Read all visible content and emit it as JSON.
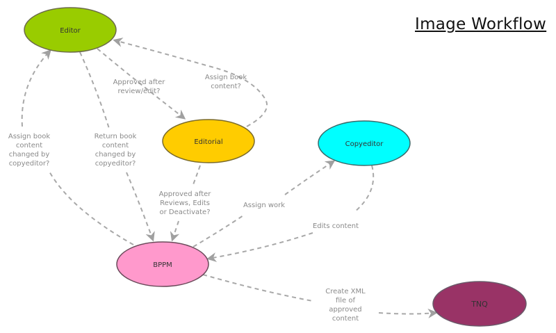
{
  "title": "Image Workflow",
  "nodes": {
    "editor": {
      "label": "Editor",
      "color": "#99cc00"
    },
    "editorial": {
      "label": "Editorial",
      "color": "#ffcc00"
    },
    "copyeditor": {
      "label": "Copyeditor",
      "color": "#00ffff"
    },
    "bppm": {
      "label": "BPPM",
      "color": "#ff99cc"
    },
    "tnq": {
      "label": "TNQ",
      "color": "#993366"
    }
  },
  "edges": {
    "editor_to_editorial": {
      "lines": [
        "Approved after",
        "review/edit?"
      ]
    },
    "editorial_to_editor": {
      "lines": [
        "Assign book",
        "content?"
      ]
    },
    "bppm_to_editor": {
      "lines": [
        "Assign book",
        "content",
        "changed by",
        "copyeditor?"
      ]
    },
    "editor_to_bppm": {
      "lines": [
        "Return book",
        "content",
        "changed by",
        "copyeditor?"
      ]
    },
    "editorial_to_bppm": {
      "lines": [
        "Approved after",
        "Reviews, Edits",
        "or Deactivate?"
      ]
    },
    "bppm_to_copyeditor": {
      "lines": [
        "Assign work"
      ]
    },
    "copyeditor_to_bppm": {
      "lines": [
        "Edits content"
      ]
    },
    "bppm_to_tnq": {
      "lines": [
        "Create XML",
        "file of",
        "approved",
        "content"
      ]
    }
  },
  "colors": {
    "edge": "#a8a8a8",
    "edge_label": "#8a8a8a"
  }
}
